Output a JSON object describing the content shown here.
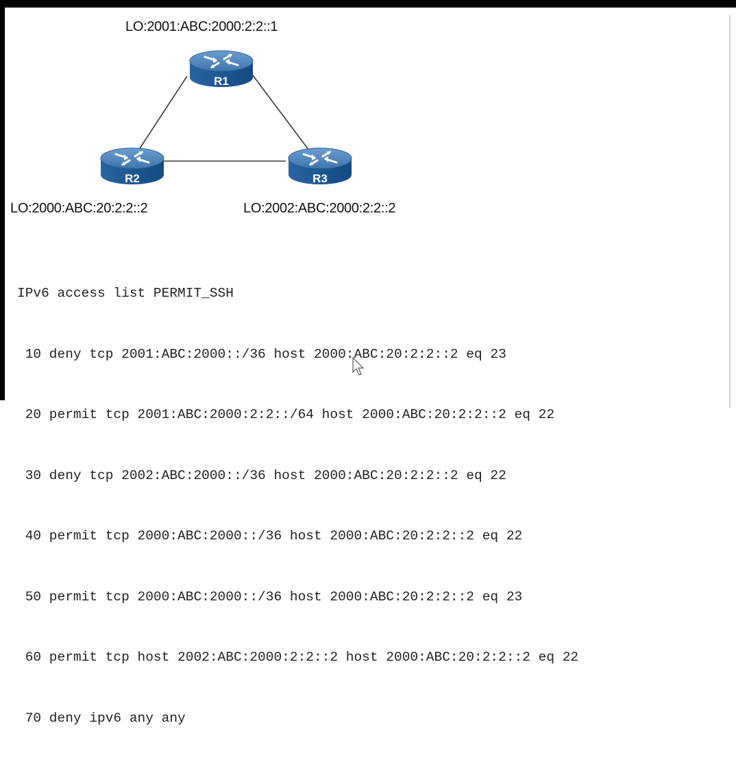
{
  "routers": [
    {
      "name": "R1",
      "loopback": "LO:2001:ABC:2000:2:2::1"
    },
    {
      "name": "R2",
      "loopback": "LO:2000:ABC:20:2:2::2"
    },
    {
      "name": "R3",
      "loopback": "LO:2002:ABC:2000:2:2::2"
    }
  ],
  "acl": {
    "header": "IPv6 access list PERMIT_SSH",
    "entries": [
      " 10 deny tcp 2001:ABC:2000::/36 host 2000:ABC:20:2:2::2 eq 23",
      " 20 permit tcp 2001:ABC:2000:2:2::/64 host 2000:ABC:20:2:2::2 eq 22",
      " 30 deny tcp 2002:ABC:2000::/36 host 2000:ABC:20:2:2::2 eq 22",
      " 40 permit tcp 2000:ABC:2000::/36 host 2000:ABC:20:2:2::2 eq 22",
      " 50 permit tcp 2000:ABC:2000::/36 host 2000:ABC:20:2:2::2 eq 23",
      " 60 permit tcp host 2002:ABC:2000:2:2::2 host 2000:ABC:20:2:2::2 eq 22",
      " 70 deny ipv6 any any"
    ]
  },
  "colors": {
    "router_top": "#4a7fb6",
    "router_side": "#1f5a96",
    "link": "#3a3a3a",
    "border": "#000000"
  },
  "icons": [
    "router-icon",
    "mouse-cursor-icon"
  ]
}
